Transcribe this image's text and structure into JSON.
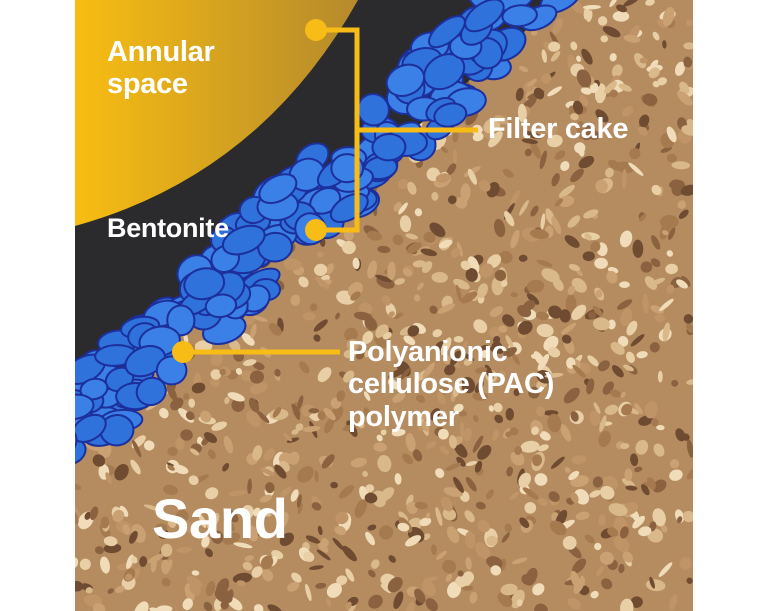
{
  "labels": {
    "annular_space": "Annular space",
    "bentonite": "Bentonite",
    "filter_cake": "Filter cake",
    "pac": "Polyanionic cellulose (PAC) polymer",
    "sand": "Sand"
  },
  "colors": {
    "annular_gold": "#f5b81a",
    "borehole_dark": "#2b2b2d",
    "bentonite_blue": "#2f72dc",
    "bentonite_outline": "#1d2f9c",
    "callout_yellow": "#f7bd16",
    "sand": "#b58c60"
  }
}
